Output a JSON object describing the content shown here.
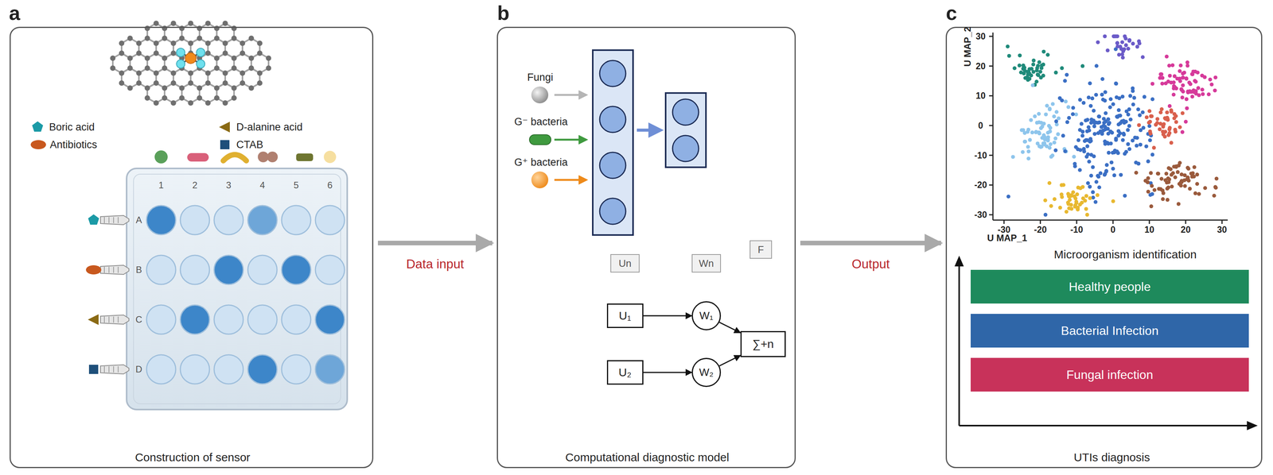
{
  "diagram": {
    "nodes": [
      {
        "text": [
          "Construction of sensor"
        ]
      },
      {
        "text": [
          "Computational diagnostic model"
        ]
      },
      {
        "text": [
          "Un"
        ],
        "in": 1
      },
      {
        "text": [
          "Wn"
        ],
        "in": 1
      },
      {
        "text": [
          "F"
        ],
        "in": 1
      },
      {
        "text": [
          "U₁"
        ],
        "in": 1
      },
      {
        "text": [
          "W₁"
        ],
        "in": 1
      },
      {
        "text": [
          "∑+n"
        ],
        "in": 1
      },
      {
        "text": [
          "U₂"
        ],
        "in": 1
      },
      {
        "text": [
          "W₂"
        ],
        "in": 1
      },
      {
        "text": [
          "Microorganism identification",
          "UTIs diagnosis"
        ]
      },
      {
        "text": [
          "Healthy people"
        ],
        "in": 10
      },
      {
        "text": [
          "Bacterial Infection"
        ],
        "in": 10
      },
      {
        "text": [
          "Fungal infection"
        ],
        "in": 10
      }
    ],
    "edges": [
      {
        "from": 0,
        "to": 1,
        "label": "Data input",
        "arrow": "to"
      },
      {
        "from": 1,
        "to": 10,
        "label": "Output",
        "arrow": "to"
      },
      {
        "from": 5,
        "to": 6,
        "arrow": "to"
      },
      {
        "from": 8,
        "to": 9,
        "arrow": "to"
      },
      {
        "from": 6,
        "to": 7,
        "arrow": "to"
      },
      {
        "from": 9,
        "to": 7,
        "arrow": "to"
      }
    ],
    "labels": [
      "a",
      "b",
      "c",
      "Fungi",
      "G⁻ bacteria",
      "G⁺ bacteria",
      "1",
      "2",
      "3",
      "4",
      "5",
      "6",
      "A",
      "B",
      "C",
      "D",
      "U MAP_2",
      "U MAP_1",
      "30",
      "20",
      "10",
      "0",
      "-10",
      "-20",
      "-30",
      "-30",
      "-20",
      "-10",
      "0",
      "10",
      "20",
      "30"
    ],
    "legend": [
      {
        "text": "Boric acid"
      },
      {
        "text": "Antibiotics"
      },
      {
        "text": "D-alanine acid"
      },
      {
        "text": "CTAB"
      }
    ]
  }
}
